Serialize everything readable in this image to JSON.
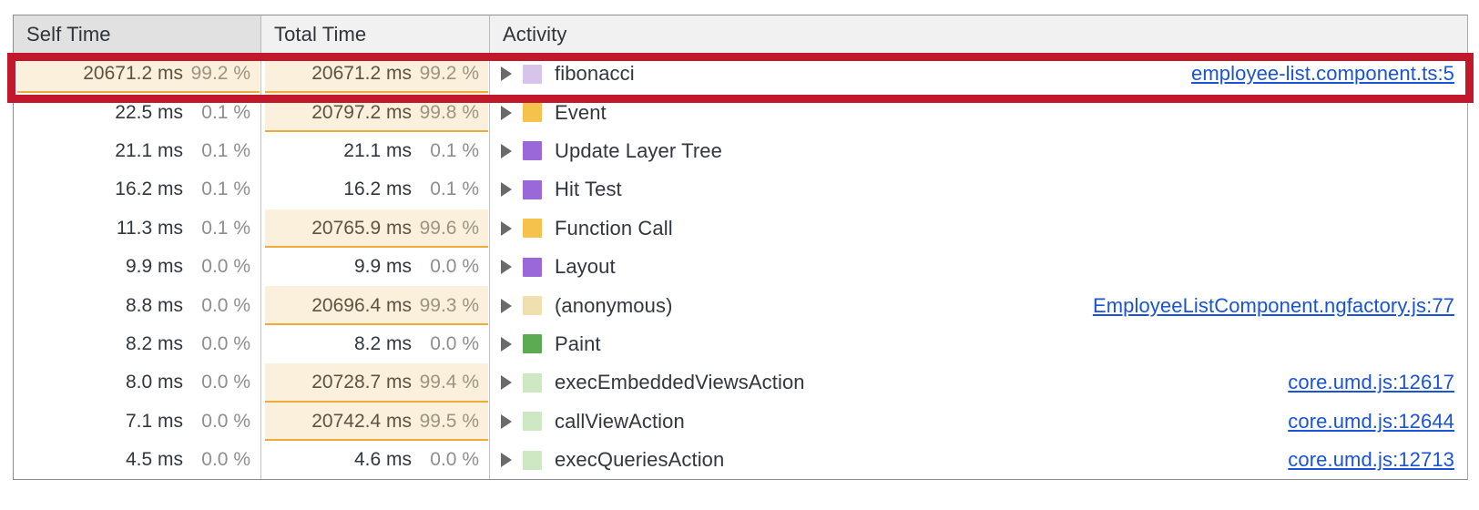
{
  "panel": {
    "name": "bottom-up-profiler-table",
    "columns": [
      {
        "key": "self_time",
        "label": "Self Time",
        "sorted": true
      },
      {
        "key": "total_time",
        "label": "Total Time",
        "sorted": false
      },
      {
        "key": "activity",
        "label": "Activity",
        "sorted": false
      }
    ]
  },
  "colors": {
    "highlight_fill": "#faf0dc",
    "highlight_border": "#efaa3c",
    "annotation_red": "#c2182b",
    "link_blue": "#1a53d8",
    "swatch_scripting": "#f5c24c",
    "swatch_rendering": "#9a68d8",
    "swatch_painting": "#5cab52",
    "swatch_fibonacci": "#d7c4ea",
    "swatch_anonymous": "#f0e0b0",
    "swatch_angular": "#cfe8c4"
  },
  "annotation": {
    "name": "red-highlight-rectangle",
    "targets_row_index": 0
  },
  "rows": [
    {
      "self_ms": "20671.2 ms",
      "self_pct": "99.2 %",
      "self_bar": 100,
      "self_hl": true,
      "total_ms": "20671.2 ms",
      "total_pct": "99.2 %",
      "total_bar": 100,
      "total_hl": true,
      "activity": "fibonacci",
      "swatch": "#d7c4ea",
      "swatch_name": "color-swatch-fibonacci",
      "link": "employee-list.component.ts:5",
      "highlighted": true
    },
    {
      "self_ms": "22.5 ms",
      "self_pct": "0.1 %",
      "self_bar": 0,
      "self_hl": false,
      "total_ms": "20797.2 ms",
      "total_pct": "99.8 %",
      "total_bar": 100,
      "total_hl": true,
      "activity": "Event",
      "swatch": "#f5c24c",
      "swatch_name": "color-swatch-scripting",
      "link": "",
      "highlighted": false
    },
    {
      "self_ms": "21.1 ms",
      "self_pct": "0.1 %",
      "self_bar": 0,
      "self_hl": false,
      "total_ms": "21.1 ms",
      "total_pct": "0.1 %",
      "total_bar": 0,
      "total_hl": false,
      "activity": "Update Layer Tree",
      "swatch": "#9a68d8",
      "swatch_name": "color-swatch-rendering",
      "link": "",
      "highlighted": false
    },
    {
      "self_ms": "16.2 ms",
      "self_pct": "0.1 %",
      "self_bar": 0,
      "self_hl": false,
      "total_ms": "16.2 ms",
      "total_pct": "0.1 %",
      "total_bar": 0,
      "total_hl": false,
      "activity": "Hit Test",
      "swatch": "#9a68d8",
      "swatch_name": "color-swatch-rendering",
      "link": "",
      "highlighted": false
    },
    {
      "self_ms": "11.3 ms",
      "self_pct": "0.1 %",
      "self_bar": 0,
      "self_hl": false,
      "total_ms": "20765.9 ms",
      "total_pct": "99.6 %",
      "total_bar": 100,
      "total_hl": true,
      "activity": "Function Call",
      "swatch": "#f5c24c",
      "swatch_name": "color-swatch-scripting",
      "link": "",
      "highlighted": false
    },
    {
      "self_ms": "9.9 ms",
      "self_pct": "0.0 %",
      "self_bar": 0,
      "self_hl": false,
      "total_ms": "9.9 ms",
      "total_pct": "0.0 %",
      "total_bar": 0,
      "total_hl": false,
      "activity": "Layout",
      "swatch": "#9a68d8",
      "swatch_name": "color-swatch-rendering",
      "link": "",
      "highlighted": false
    },
    {
      "self_ms": "8.8 ms",
      "self_pct": "0.0 %",
      "self_bar": 0,
      "self_hl": false,
      "total_ms": "20696.4 ms",
      "total_pct": "99.3 %",
      "total_bar": 100,
      "total_hl": true,
      "activity": "(anonymous)",
      "swatch": "#f0e0b0",
      "swatch_name": "color-swatch-anonymous",
      "link": "EmployeeListComponent.ngfactory.js:77",
      "highlighted": false
    },
    {
      "self_ms": "8.2 ms",
      "self_pct": "0.0 %",
      "self_bar": 0,
      "self_hl": false,
      "total_ms": "8.2 ms",
      "total_pct": "0.0 %",
      "total_bar": 0,
      "total_hl": false,
      "activity": "Paint",
      "swatch": "#5cab52",
      "swatch_name": "color-swatch-painting",
      "link": "",
      "highlighted": false
    },
    {
      "self_ms": "8.0 ms",
      "self_pct": "0.0 %",
      "self_bar": 0,
      "self_hl": false,
      "total_ms": "20728.7 ms",
      "total_pct": "99.4 %",
      "total_bar": 100,
      "total_hl": true,
      "activity": "execEmbeddedViewsAction",
      "swatch": "#cfe8c4",
      "swatch_name": "color-swatch-angular",
      "link": "core.umd.js:12617",
      "highlighted": false
    },
    {
      "self_ms": "7.1 ms",
      "self_pct": "0.0 %",
      "self_bar": 0,
      "self_hl": false,
      "total_ms": "20742.4 ms",
      "total_pct": "99.5 %",
      "total_bar": 100,
      "total_hl": true,
      "activity": "callViewAction",
      "swatch": "#cfe8c4",
      "swatch_name": "color-swatch-angular",
      "link": "core.umd.js:12644",
      "highlighted": false
    },
    {
      "self_ms": "4.5 ms",
      "self_pct": "0.0 %",
      "self_bar": 0,
      "self_hl": false,
      "total_ms": "4.6 ms",
      "total_pct": "0.0 %",
      "total_bar": 0,
      "total_hl": false,
      "activity": "execQueriesAction",
      "swatch": "#cfe8c4",
      "swatch_name": "color-swatch-angular",
      "link": "core.umd.js:12713",
      "highlighted": false
    }
  ]
}
